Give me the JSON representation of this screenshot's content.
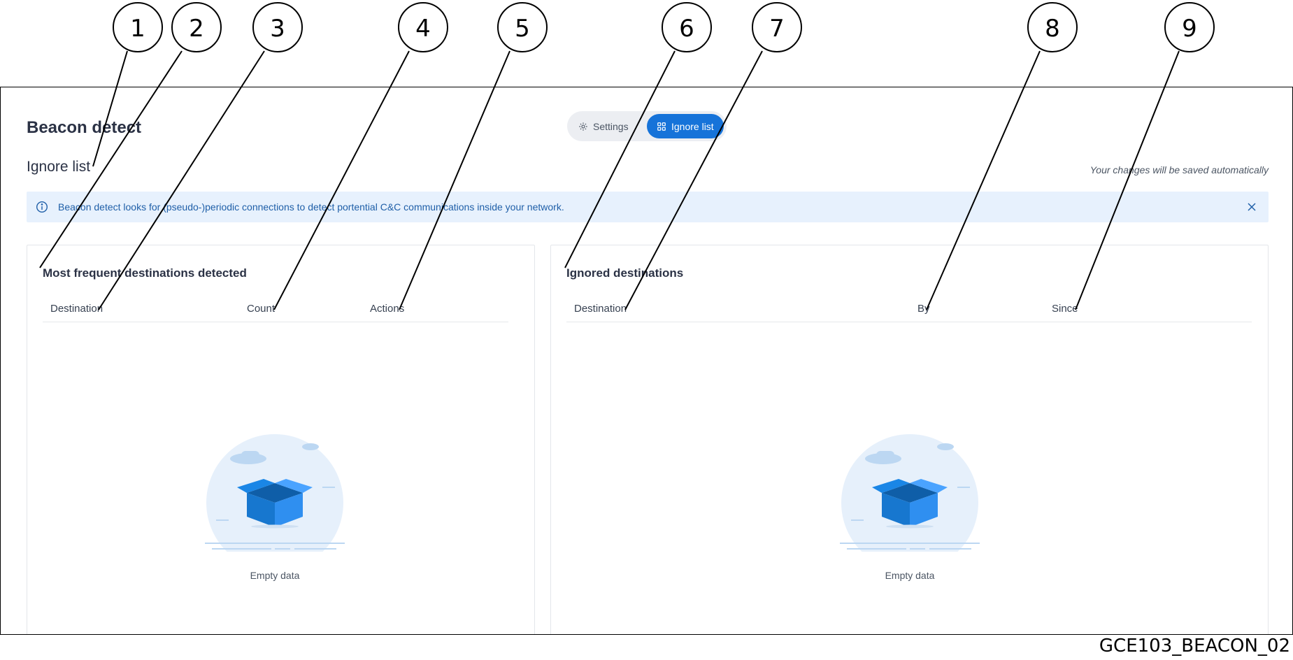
{
  "header": {
    "title": "Beacon detect",
    "section_title": "Ignore list",
    "autosave_note": "Your changes will be saved automatically"
  },
  "tabs": [
    {
      "label": "Settings",
      "icon": "gear-icon",
      "active": false
    },
    {
      "label": "Ignore list",
      "icon": "grid-icon",
      "active": true
    }
  ],
  "info_banner": {
    "text": "Beacon detect looks for (pseudo-)periodic connections to detect portential C&C communications inside your network.",
    "icon": "info-icon"
  },
  "panels": {
    "frequent": {
      "title": "Most frequent destinations detected",
      "columns": [
        "Destination",
        "Count",
        "Actions"
      ],
      "empty_label": "Empty data"
    },
    "ignored": {
      "title": "Ignored destinations",
      "columns": [
        "Destination",
        "By",
        "Since"
      ],
      "empty_label": "Empty data"
    }
  },
  "callouts": [
    "1",
    "2",
    "3",
    "4",
    "5",
    "6",
    "7",
    "8",
    "9"
  ],
  "figure_code": "GCE103_BEACON_02",
  "colors": {
    "accent": "#1673d9",
    "info_bg": "#e7f1fd",
    "info_text": "#1f5fa8"
  }
}
